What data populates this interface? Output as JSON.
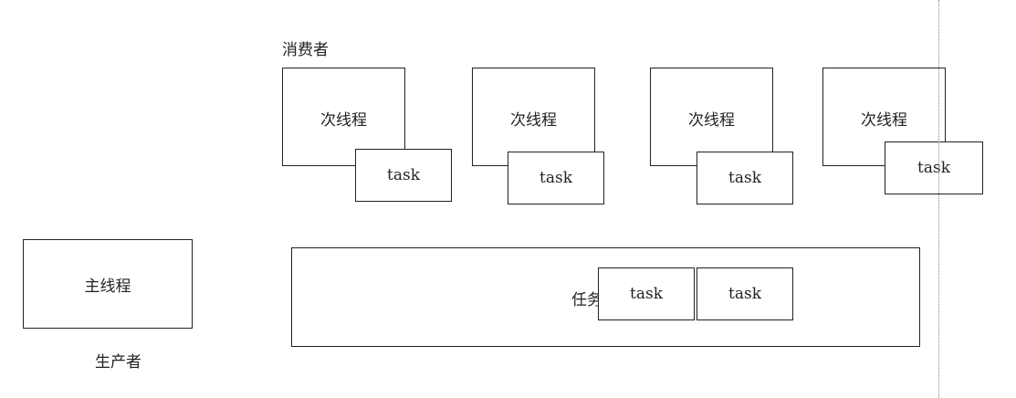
{
  "consumer_label": "消费者",
  "producer_label": "生产者",
  "main_thread_label": "主线程",
  "worker_threads": [
    {
      "label": "次线程",
      "task": "task"
    },
    {
      "label": "次线程",
      "task": "task"
    },
    {
      "label": "次线程",
      "task": "task"
    },
    {
      "label": "次线程",
      "task": "task"
    }
  ],
  "queue": {
    "label": "任务",
    "tasks": [
      "task",
      "task"
    ]
  }
}
